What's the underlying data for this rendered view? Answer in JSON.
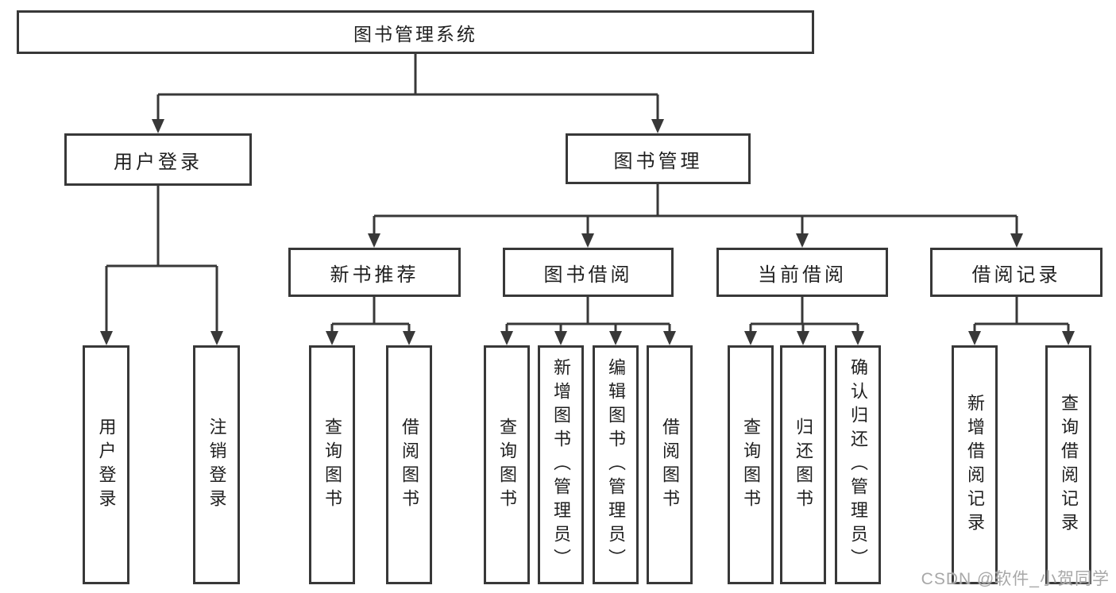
{
  "colors": {
    "line": "#383838",
    "text": "#1f1f1f",
    "watermark": "#a8a8a8",
    "background": "#ffffff"
  },
  "diagram": {
    "type": "hierarchy-tree",
    "root": "图书管理系统",
    "nodes": [
      {
        "label": "用户登录",
        "children": [
          {
            "label": "用户登录"
          },
          {
            "label": "注销登录"
          }
        ]
      },
      {
        "label": "图书管理",
        "children": [
          {
            "label": "新书推荐",
            "children": [
              {
                "label": "查询图书"
              },
              {
                "label": "借阅图书"
              }
            ]
          },
          {
            "label": "图书借阅",
            "children": [
              {
                "label": "查询图书"
              },
              {
                "label": "新增图书（管理员）"
              },
              {
                "label": "编辑图书（管理员）"
              },
              {
                "label": "借阅图书"
              }
            ]
          },
          {
            "label": "当前借阅",
            "children": [
              {
                "label": "查询图书"
              },
              {
                "label": "归还图书"
              },
              {
                "label": "确认归还（管理员）"
              }
            ]
          },
          {
            "label": "借阅记录",
            "children": [
              {
                "label": "新增借阅记录"
              },
              {
                "label": "查询借阅记录"
              }
            ]
          }
        ]
      }
    ]
  },
  "watermark": "CSDN @软件_小贺同学"
}
